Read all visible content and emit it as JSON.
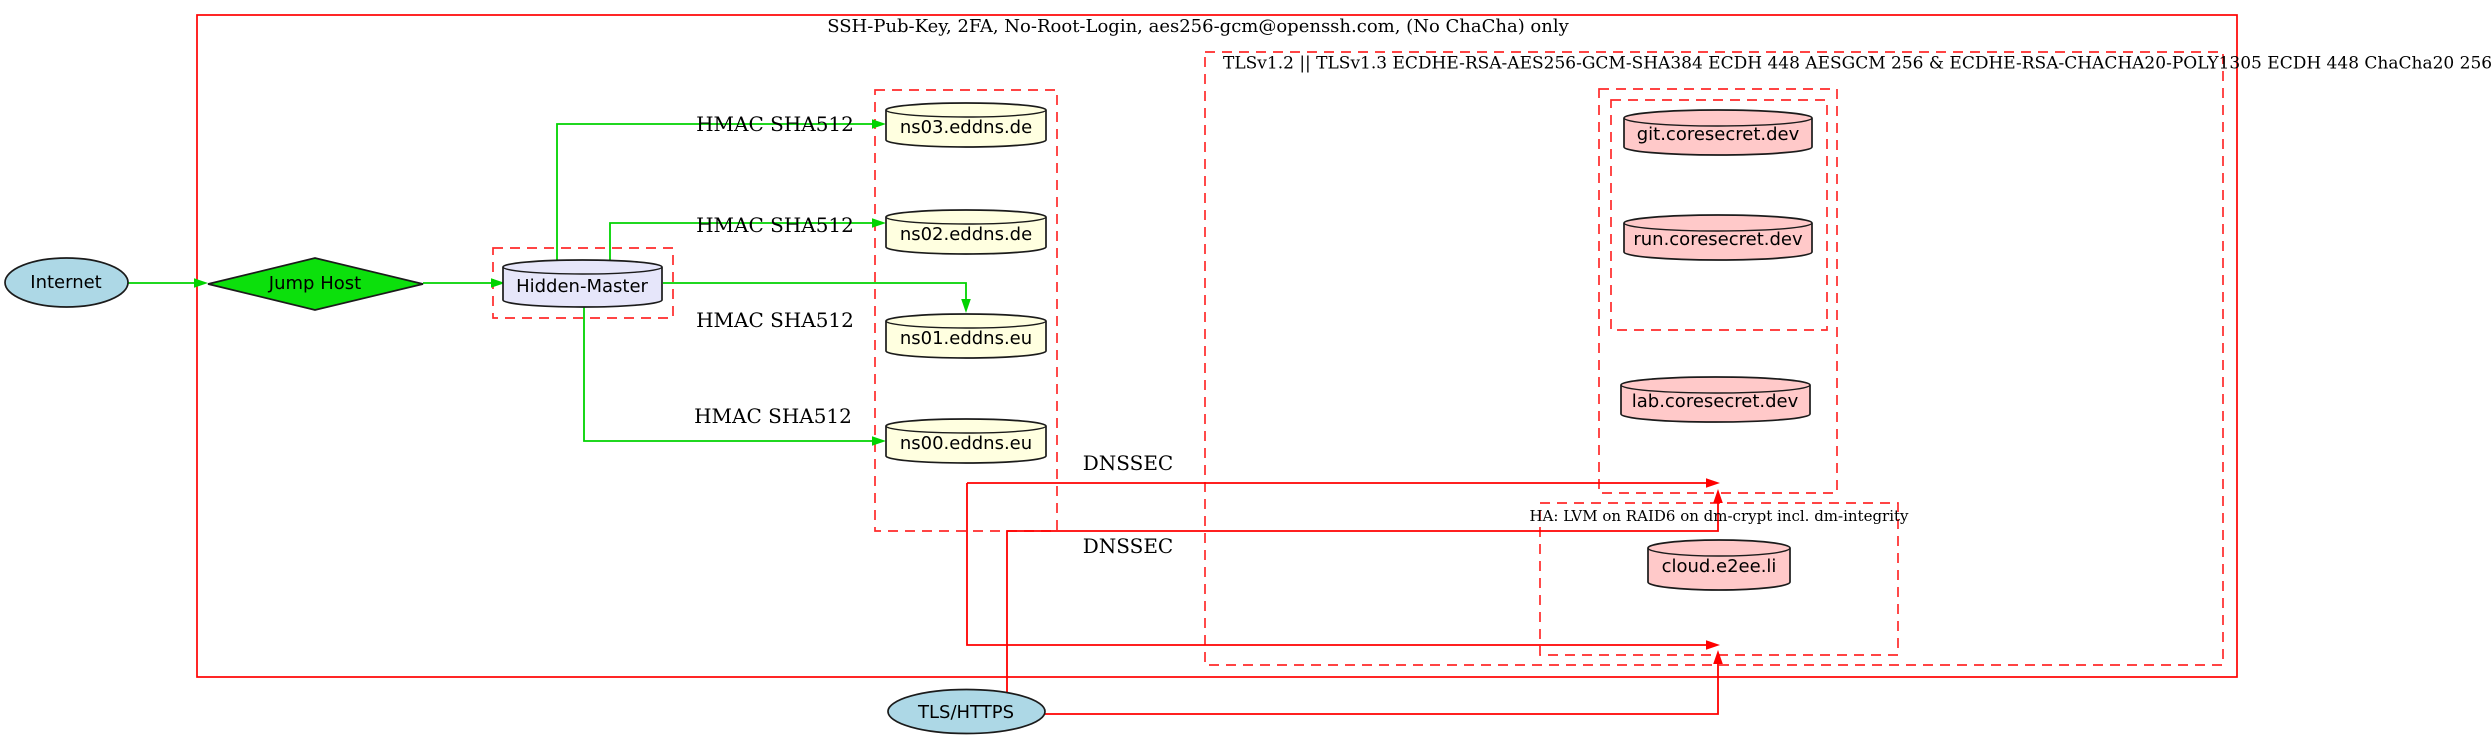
{
  "colors": {
    "edge_green": "#00d300",
    "edge_red": "#ff0000",
    "cluster_red": "#ff2a2a",
    "fill_blue": "#add8e6",
    "fill_green": "#0ce00c",
    "fill_lavender": "#e6e6fa",
    "fill_yellow": "#ffffe0",
    "fill_pink": "#ffc9c9"
  },
  "cluster_labels": {
    "ssh": "SSH-Pub-Key, 2FA, No-Root-Login, aes256-gcm@openssh.com, (No ChaCha) only",
    "tls": "TLSv1.2 || TLSv1.3 ECDHE-RSA-AES256-GCM-SHA384 ECDH 448 AESGCM 256 & ECDHE-RSA-CHACHA20-POLY1305 ECDH 448 ChaCha20 256",
    "ha": "HA: LVM on RAID6 on dm-crypt incl. dm-integrity"
  },
  "nodes": {
    "internet": "Internet",
    "jump_host": "Jump Host",
    "hidden_master": "Hidden-Master",
    "ns03": "ns03.eddns.de",
    "ns02": "ns02.eddns.de",
    "ns01": "ns01.eddns.eu",
    "ns00": "ns00.eddns.eu",
    "git": "git.coresecret.dev",
    "run": "run.coresecret.dev",
    "lab": "lab.coresecret.dev",
    "cloud": "cloud.e2ee.li",
    "tls_https": "TLS/HTTPS"
  },
  "edge_labels": {
    "hmac_ns03": "HMAC SHA512",
    "hmac_ns02": "HMAC SHA512",
    "hmac_ns01": "HMAC SHA512",
    "hmac_ns00": "HMAC SHA512",
    "dnssec_1": "DNSSEC",
    "dnssec_2": "DNSSEC"
  }
}
